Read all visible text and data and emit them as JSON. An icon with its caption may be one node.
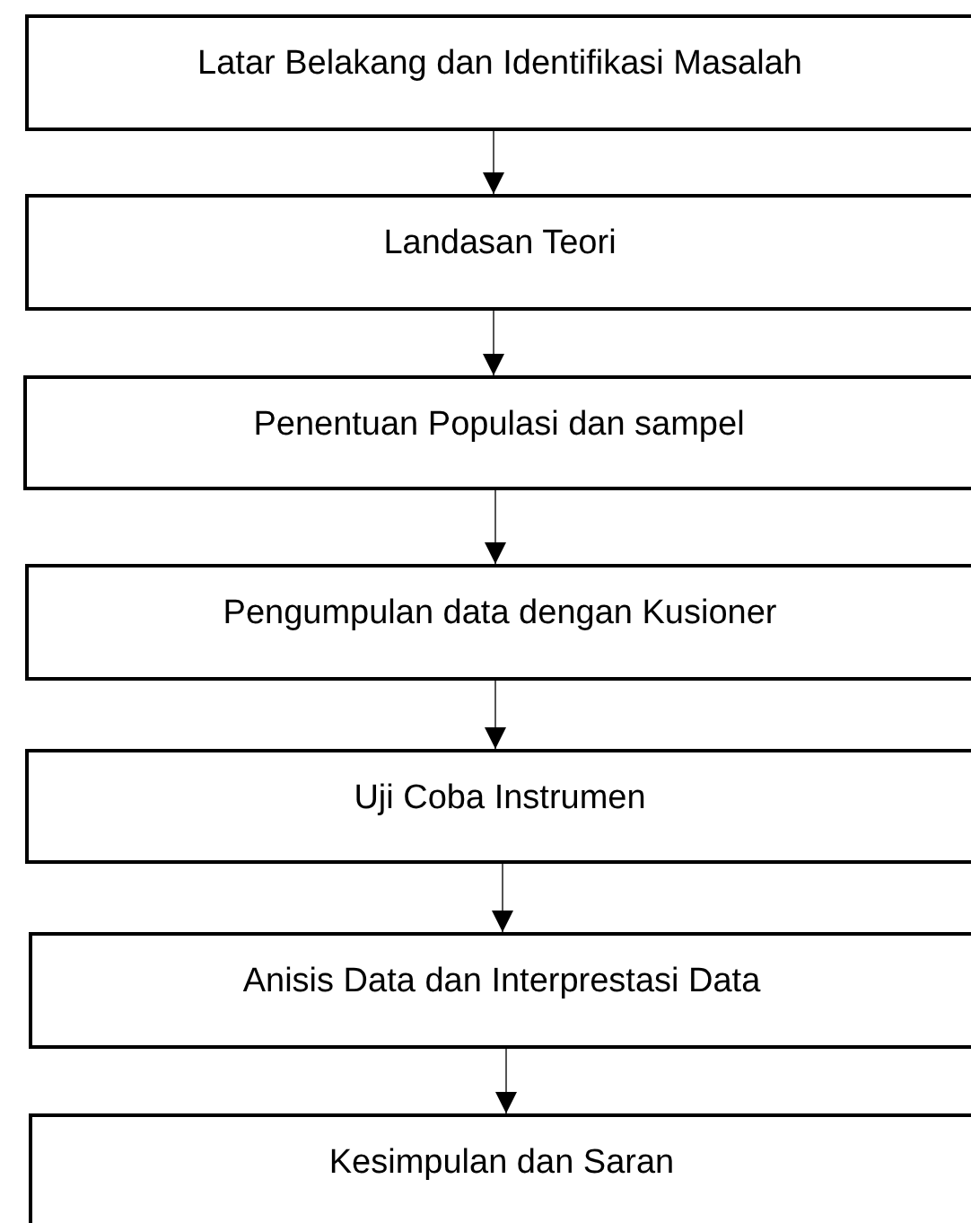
{
  "diagram": {
    "nodes": [
      {
        "text": [
          "Latar Belakang dan Identifikasi Masalah"
        ]
      },
      {
        "text": [
          "Landasan Teori"
        ]
      },
      {
        "text": [
          "Penentuan Populasi dan sampel"
        ]
      },
      {
        "text": [
          "Pengumpulan data dengan Kusioner"
        ]
      },
      {
        "text": [
          "Uji Coba Instrumen"
        ]
      },
      {
        "text": [
          "Anisis Data dan Interprestasi Data"
        ]
      },
      {
        "text": [
          "Kesimpulan dan Saran"
        ]
      }
    ],
    "edges": [
      {
        "from": 0,
        "to": 1,
        "arrow": "to"
      },
      {
        "from": 1,
        "to": 2,
        "arrow": "to"
      },
      {
        "from": 2,
        "to": 3,
        "arrow": "to"
      },
      {
        "from": 3,
        "to": 4,
        "arrow": "to"
      },
      {
        "from": 4,
        "to": 5,
        "arrow": "to"
      },
      {
        "from": 5,
        "to": 6,
        "arrow": "to"
      }
    ]
  }
}
